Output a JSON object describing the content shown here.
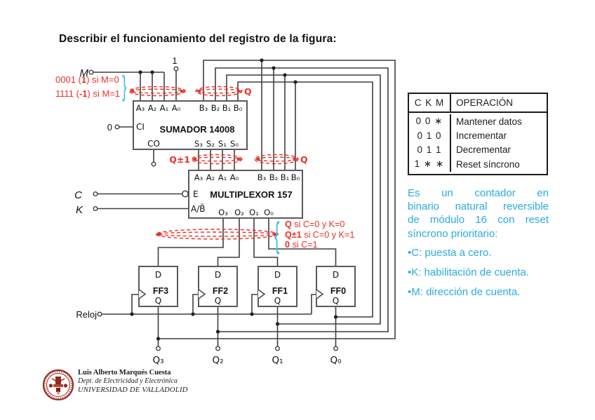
{
  "title": "Describir el funcionamiento del registro de la figura:",
  "colors": {
    "accent_red": "#e8312a",
    "accent_cyan": "#29abe2",
    "wire": "#3f3f3f"
  },
  "adder": {
    "name": "SUMADOR 14008",
    "pins_a": [
      "A₃",
      "A₂",
      "A₁",
      "A₀"
    ],
    "pins_b": [
      "B₃",
      "B₂",
      "B₁",
      "B₀"
    ],
    "pin_ci": "CI",
    "pin_co": "CO",
    "pins_s": [
      "S₃",
      "S₂",
      "S₁",
      "S₀"
    ]
  },
  "mux": {
    "name": "MULTIPLEXOR 157",
    "pins_a": [
      "A₃",
      "A₂",
      "A₁",
      "A₀"
    ],
    "pins_b": [
      "B₃",
      "B₂",
      "B₁",
      "B₀"
    ],
    "pin_e": "E",
    "pin_ab": "A/B̄",
    "pins_o": [
      "O₃",
      "O₂",
      "O₁",
      "O₀"
    ]
  },
  "flipflops": [
    {
      "d": "D",
      "name": "FF3",
      "q": "Q"
    },
    {
      "d": "D",
      "name": "FF2",
      "q": "Q"
    },
    {
      "d": "D",
      "name": "FF1",
      "q": "Q"
    },
    {
      "d": "D",
      "name": "FF0",
      "q": "Q"
    }
  ],
  "io": {
    "m": "M",
    "one": "1",
    "zero": "0",
    "c": "C",
    "k": "K",
    "clock": "Reloj",
    "q_out": [
      "Q₃",
      "Q₂",
      "Q₁",
      "Q₀"
    ]
  },
  "red_notes": {
    "m0": {
      "pre": "0001 (",
      "bold": "1",
      "post": ") si M=0"
    },
    "m1": {
      "pre": "1111 (",
      "bold": "-1",
      "post": ") si M=1"
    },
    "q_sum_b": "Q",
    "q_pm1": "Q±1",
    "q_mux_b": "Q",
    "mux_out": [
      {
        "bold": "Q",
        "rest": " si C=0 y K=0"
      },
      {
        "bold": "Q±1",
        "rest": " si C=0 y K=1"
      },
      {
        "bold": "0",
        "rest": " si C=1"
      }
    ],
    "brace_open": "{",
    "brace_close": "}"
  },
  "table": {
    "header_ckm": "C K M",
    "header_op": "OPERACIÓN",
    "rows": [
      {
        "ckm": "0 0 ∗",
        "op": "Mantener datos"
      },
      {
        "ckm": "0 1 0",
        "op": "Incrementar"
      },
      {
        "ckm": "0 1 1",
        "op": "Decrementar"
      },
      {
        "ckm": "1 ∗ ∗",
        "op": "Reset síncrono"
      }
    ]
  },
  "notes": {
    "para_lines": [
      "Es un contador en",
      "binario natural reversible",
      "de módulo 16 con reset",
      "síncrono prioritario:"
    ],
    "bullets": [
      "•C: puesta a cero.",
      "•K: habilitación de cuenta.",
      "•M: dirección de cuenta."
    ]
  },
  "footer": {
    "line1": "Luis Alberto Marqués Cuesta",
    "line2": "Dept. de Electricidad y Electrónica",
    "line3": "UNIVERSIDAD DE VALLADOLID"
  }
}
